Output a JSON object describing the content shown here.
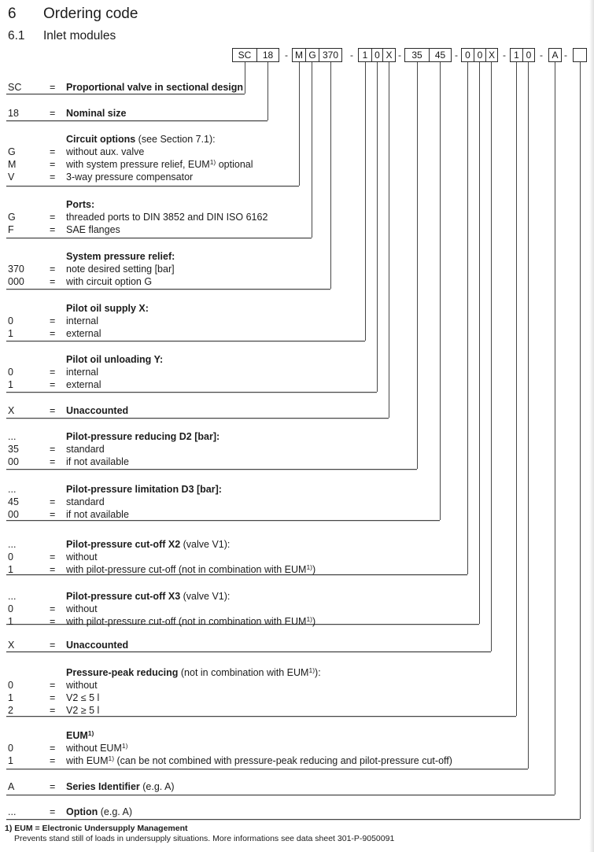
{
  "page": {
    "heading_number": "6",
    "heading_title": "Ordering code",
    "subheading_number": "6.1",
    "subheading_title": "Inlet modules"
  },
  "code_row": {
    "separator": "-",
    "groups": [
      [
        "SC",
        "18"
      ],
      [
        "M",
        "G",
        "370"
      ],
      [
        "1",
        "0",
        "X"
      ],
      [
        "35",
        "45"
      ],
      [
        "0",
        "0",
        "X"
      ],
      [
        "1",
        "0"
      ],
      [
        "A"
      ],
      [
        ""
      ]
    ]
  },
  "sections": [
    {
      "rows": [
        {
          "code": "SC",
          "eq": "=",
          "bold": "Proportional valve in sectional design",
          "text": ""
        }
      ]
    },
    {
      "rows": [
        {
          "code": "18",
          "eq": "=",
          "bold": "Nominal size",
          "text": ""
        }
      ]
    },
    {
      "header": {
        "code": "",
        "bold": "Circuit options",
        "text": " (see Section 7.1):"
      },
      "rows": [
        {
          "code": "G",
          "eq": "=",
          "text": "without aux. valve"
        },
        {
          "code": "M",
          "eq": "=",
          "text": "with system pressure relief, EUM^{1)} optional"
        },
        {
          "code": "V",
          "eq": "=",
          "text": "3-way pressure compensator"
        }
      ]
    },
    {
      "header": {
        "code": "",
        "bold": "Ports:",
        "text": ""
      },
      "rows": [
        {
          "code": "G",
          "eq": "=",
          "text": "threaded ports to DIN 3852 and DIN ISO 6162"
        },
        {
          "code": "F",
          "eq": "=",
          "text": "SAE flanges"
        }
      ]
    },
    {
      "header": {
        "code": "",
        "bold": "System pressure relief:",
        "text": ""
      },
      "rows": [
        {
          "code": "370",
          "eq": "=",
          "text": "note desired setting [bar]"
        },
        {
          "code": "000",
          "eq": "=",
          "text": "with circuit option G"
        }
      ]
    },
    {
      "header": {
        "code": "",
        "bold": "Pilot oil supply X:",
        "text": ""
      },
      "rows": [
        {
          "code": "0",
          "eq": "=",
          "text": "internal"
        },
        {
          "code": "1",
          "eq": "=",
          "text": "external"
        }
      ]
    },
    {
      "header": {
        "code": "",
        "bold": "Pilot oil unloading Y:",
        "text": ""
      },
      "rows": [
        {
          "code": "0",
          "eq": "=",
          "text": "internal"
        },
        {
          "code": "1",
          "eq": "=",
          "text": "external"
        }
      ]
    },
    {
      "rows": [
        {
          "code": "X",
          "eq": "=",
          "bold": "Unaccounted",
          "text": ""
        }
      ]
    },
    {
      "header": {
        "code": "...",
        "bold": "Pilot-pressure reducing D2 [bar]:",
        "text": ""
      },
      "rows": [
        {
          "code": "35",
          "eq": "=",
          "text": "standard"
        },
        {
          "code": "00",
          "eq": "=",
          "text": "if not available"
        }
      ]
    },
    {
      "header": {
        "code": "...",
        "bold": "Pilot-pressure limitation D3 [bar]:",
        "text": ""
      },
      "rows": [
        {
          "code": "45",
          "eq": "=",
          "text": "standard"
        },
        {
          "code": "00",
          "eq": "=",
          "text": "if not available"
        }
      ]
    },
    {
      "header": {
        "code": "...",
        "bold": "Pilot-pressure cut-off X2",
        "text": " (valve V1):"
      },
      "rows": [
        {
          "code": "0",
          "eq": "=",
          "text": "without"
        },
        {
          "code": "1",
          "eq": "=",
          "text": "with pilot-pressure cut-off (not in combination with EUM^{1)})"
        }
      ]
    },
    {
      "header": {
        "code": "...",
        "bold": "Pilot-pressure cut-off X3",
        "text": " (valve V1):"
      },
      "rows": [
        {
          "code": "0",
          "eq": "=",
          "text": "without"
        },
        {
          "code": "1",
          "eq": "=",
          "text": "with pilot-pressure cut-off (not in combination with EUM^{1)})"
        }
      ]
    },
    {
      "rows": [
        {
          "code": "X",
          "eq": "=",
          "bold": "Unaccounted",
          "text": ""
        }
      ]
    },
    {
      "header": {
        "code": "",
        "bold": "Pressure-peak reducing",
        "text": " (not in combination with EUM^{1)}):"
      },
      "rows": [
        {
          "code": "0",
          "eq": "=",
          "text": "without"
        },
        {
          "code": "1",
          "eq": "=",
          "text": "V2 ≤ 5 l"
        },
        {
          "code": "2",
          "eq": "=",
          "text": "V2 ≥ 5 l"
        }
      ]
    },
    {
      "header": {
        "code": "",
        "bold": "EUM^{1)}",
        "text": ""
      },
      "rows": [
        {
          "code": "0",
          "eq": "=",
          "text": "without EUM^{1)}"
        },
        {
          "code": "1",
          "eq": "=",
          "text": "with EUM^{1)} (can be not combined with pressure-peak reducing and pilot-pressure cut-off)"
        }
      ]
    },
    {
      "rows": [
        {
          "code": "A",
          "eq": "=",
          "bold": "Series Identifier",
          "text": " (e.g. A)"
        }
      ]
    },
    {
      "rows": [
        {
          "code": "...",
          "eq": "=",
          "bold": "Option",
          "text": " (e.g. A)"
        }
      ]
    }
  ],
  "footnote": {
    "line1": "1) EUM = Electronic Undersupply Management",
    "line2": "Prevents stand still of loads in undersupply situations. More informations see data sheet 301-P-9050091"
  }
}
